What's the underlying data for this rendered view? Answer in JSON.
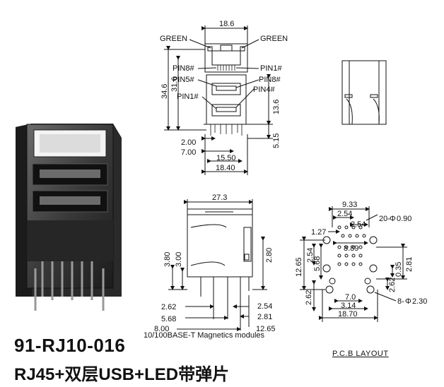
{
  "captions": {
    "part_number": "91-RJ10-016",
    "description": "RJ45+双层USB+LED带弹片",
    "magnetics": "10/100BASE-T Magnetics modules",
    "pcb_layout": "P.C.B LAYOUT"
  },
  "front_view": {
    "green_left": "GREEN",
    "green_right": "GREEN",
    "width": "18.6",
    "pin8_left": "PIN8#",
    "pin1_right": "PIN1#",
    "pin5": "PIN5#",
    "pin8_right": "PIN8#",
    "pin1_left": "PIN1#",
    "pin4": "PIN4#",
    "height_total": "34.6",
    "height_inner": "31.6",
    "height_usb": "13.6",
    "pin_len": "5.15",
    "d_200": "2.00",
    "d_700": "7.00",
    "d_1550": "15.50",
    "d_1840": "18.40"
  },
  "side_view": {
    "depth": "27.3",
    "h_380": "3.80",
    "h_300": "3.00",
    "h_280": "2.80",
    "d_262": "2.62",
    "d_568": "5.68",
    "d_800": "8.00",
    "d_254": "2.54",
    "d_281": "2.81",
    "d_1265": "12.65"
  },
  "pcb": {
    "w_933": "9.33",
    "d_254a": "2.54",
    "d_254b": "2.54",
    "holes_20": "20-",
    "phi_symbol": "Φ",
    "holes_20_dia": "0.90",
    "d_127": "1.27",
    "d_889": "8.89",
    "h_1265": "12.65",
    "h_254": "2.54",
    "h_568": "5.68",
    "h_281": "2.81",
    "h_035": "0.35",
    "h_262r": "2.62",
    "h_262l": "2.62",
    "d_70": "7.0",
    "d_314": "3.14",
    "d_1870": "18.70",
    "holes_8": "8-",
    "holes_8_dia": "2.30"
  },
  "colors": {
    "ink": "#111111",
    "photo_body": "#2e2e2e",
    "photo_dark": "#151515",
    "photo_light": "#8a8a8a"
  }
}
